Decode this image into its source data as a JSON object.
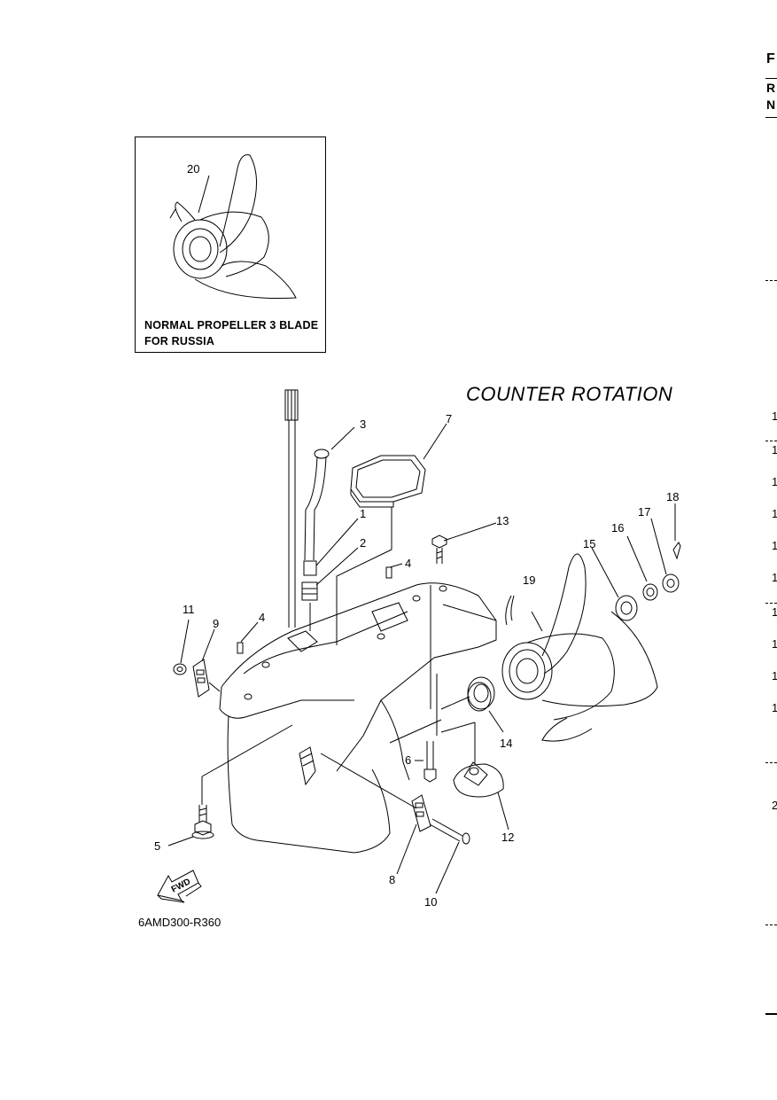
{
  "title": "COUNTER  ROTATION",
  "inset": {
    "label_line1": "NORMAL PROPELLER 3 BLADE",
    "label_line2": "FOR RUSSIA",
    "part_number": "20"
  },
  "drawing_code": "6AMD300-R360",
  "fwd_label": "FWD",
  "callouts": [
    "1",
    "2",
    "3",
    "4",
    "4",
    "5",
    "6",
    "7",
    "8",
    "9",
    "10",
    "11",
    "12",
    "13",
    "14",
    "15",
    "16",
    "17",
    "18",
    "19"
  ],
  "right_edge": {
    "top_letters": [
      "F",
      "R",
      "N"
    ],
    "digits": [
      "1",
      "1",
      "1",
      "1",
      "1",
      "1",
      "1",
      "1",
      "1",
      "1",
      "2"
    ]
  },
  "colors": {
    "line": "#000000",
    "background": "#ffffff"
  }
}
